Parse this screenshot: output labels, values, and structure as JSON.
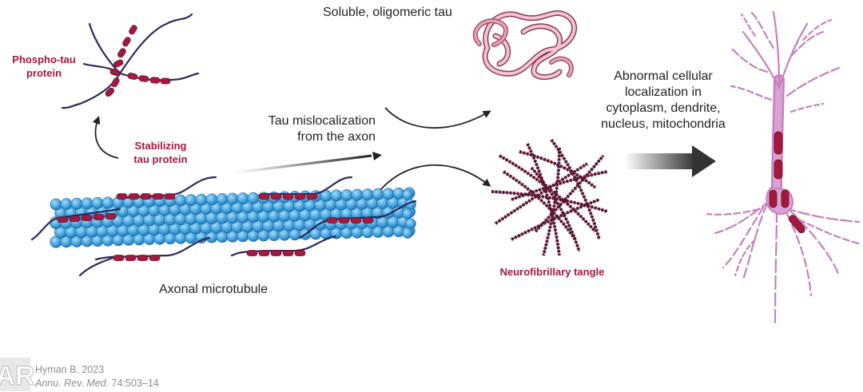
{
  "labels": {
    "phospho_tau_line1": "Phospho-tau",
    "phospho_tau_line2": "protein",
    "stabilizing_line1": "Stabilizing",
    "stabilizing_line2": "tau protein",
    "mislocalization_line1": "Tau mislocalization",
    "mislocalization_line2": "from the axon",
    "soluble_tau": "Soluble, oligomeric tau",
    "neurofibrillary_tangle": "Neurofibrillary tangle",
    "axonal_microtubule": "Axonal microtubule",
    "abnormal_line1": "Abnormal cellular",
    "abnormal_line2": "localization in",
    "abnormal_line3": "cytoplasm, dendrite,",
    "abnormal_line4": "nucleus, mitochondria"
  },
  "citation": {
    "logo": "AR",
    "author": "Hyman B. 2023",
    "journal": "Annu. Rev. Med.",
    "volume": "74:503–14"
  },
  "colors": {
    "tau_red": "#a3193f",
    "microtubule_blue": "#3d9ad4",
    "neuron_pink": "#c77fbf",
    "tau_strand": "#2b2a5c",
    "oligomer_pink": "#e7a5b3"
  }
}
